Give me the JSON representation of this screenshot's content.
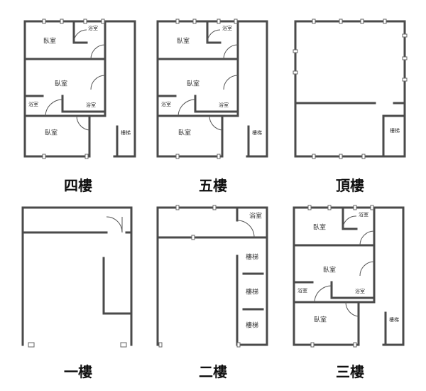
{
  "floors": [
    {
      "id": "4f",
      "title": "四樓",
      "rooms": {
        "bedroom1": "臥室",
        "bath1": "浴室",
        "bedroom2": "臥室",
        "bath2": "浴室",
        "bath3": "浴室",
        "bedroom3": "臥室",
        "stairs": "樓梯"
      }
    },
    {
      "id": "5f",
      "title": "五樓",
      "rooms": {
        "bedroom1": "臥室",
        "bath1": "浴室",
        "bedroom2": "臥室",
        "bath2": "浴室",
        "bath3": "浴室",
        "bedroom3": "臥室",
        "stairs": "樓梯"
      }
    },
    {
      "id": "roof",
      "title": "頂樓",
      "rooms": {
        "stairs": "樓梯"
      }
    },
    {
      "id": "1f",
      "title": "一樓",
      "rooms": {}
    },
    {
      "id": "2f",
      "title": "二樓",
      "rooms": {
        "bath": "浴室",
        "stairs1": "樓梯",
        "stairs2": "樓梯",
        "stairs3": "樓梯"
      }
    },
    {
      "id": "3f",
      "title": "三樓",
      "rooms": {
        "bedroom1": "臥室",
        "bath1": "浴室",
        "bedroom2": "臥室",
        "bath2": "浴室",
        "bath3": "浴室",
        "bedroom3": "臥室",
        "stairs": "樓梯"
      }
    }
  ]
}
